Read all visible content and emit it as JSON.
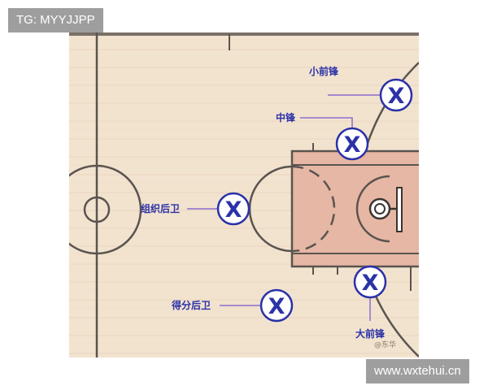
{
  "watermark_top": "TG: MYYJJPP",
  "watermark_bottom": "www.wxtehui.cn",
  "players": [
    {
      "marker": "X",
      "label": "小前锋"
    },
    {
      "marker": "X",
      "label": "中锋"
    },
    {
      "marker": "X",
      "label": "组织后卫"
    },
    {
      "marker": "X",
      "label": "大前锋"
    },
    {
      "marker": "X",
      "label": "得分后卫"
    }
  ],
  "credit": "@东华",
  "colors": {
    "court_wood": "#f2e3cf",
    "paint": "#e6b7a4",
    "lines": "#5a5450",
    "marker": "#2b32a8",
    "marker_ring": "#ffffff",
    "leader_line": "#8a6ccf"
  }
}
